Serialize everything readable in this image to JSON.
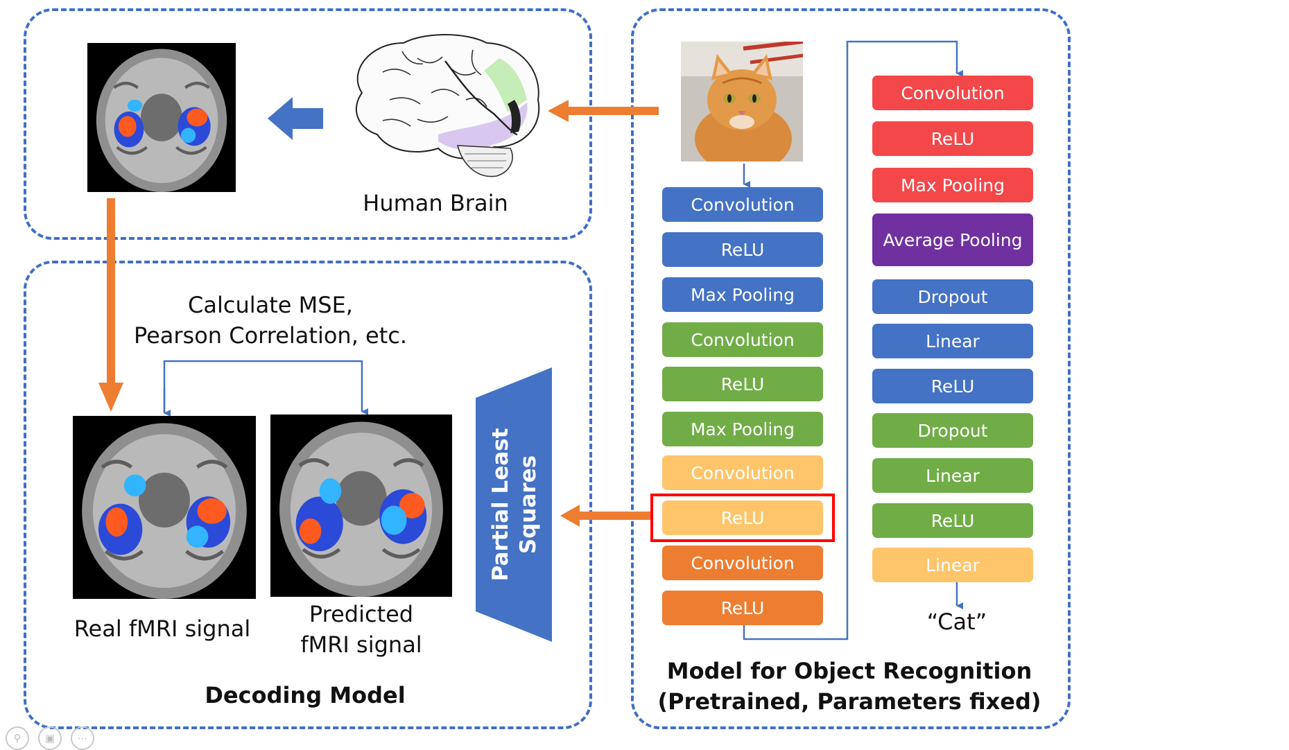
{
  "panels": {
    "brain_title": "Human Brain",
    "decoding_title": "Decoding Model",
    "metrics_text_line1": "Calculate MSE,",
    "metrics_text_line2": "Pearson Correlation, etc.",
    "real_label": "Real fMRI signal",
    "predicted_label_line1": "Predicted",
    "predicted_label_line2": "fMRI signal",
    "pls_label_line1": "Partial Least",
    "pls_label_line2": "Squares",
    "model_title_line1": "Model for Object Recognition",
    "model_title_line2": "(Pretrained, Parameters fixed)",
    "output_label": "“Cat”"
  },
  "layers_col1": [
    {
      "label": "Convolution",
      "color": "#4472c4"
    },
    {
      "label": "ReLU",
      "color": "#4472c4"
    },
    {
      "label": "Max Pooling",
      "color": "#4472c4"
    },
    {
      "label": "Convolution",
      "color": "#70ad47"
    },
    {
      "label": "ReLU",
      "color": "#70ad47"
    },
    {
      "label": "Max Pooling",
      "color": "#70ad47"
    },
    {
      "label": "Convolution",
      "color": "#ffc56a"
    },
    {
      "label": "ReLU",
      "color": "#ffc56a",
      "highlighted": true
    },
    {
      "label": "Convolution",
      "color": "#ed7d31"
    },
    {
      "label": "ReLU",
      "color": "#ed7d31"
    }
  ],
  "layers_col2": [
    {
      "label": "Convolution",
      "color": "#f4474a"
    },
    {
      "label": "ReLU",
      "color": "#f4474a"
    },
    {
      "label": "Max Pooling",
      "color": "#f4474a"
    },
    {
      "label": "Average Pooling",
      "color": "#7030a0"
    },
    {
      "label": "Dropout",
      "color": "#4472c4"
    },
    {
      "label": "Linear",
      "color": "#4472c4"
    },
    {
      "label": "ReLU",
      "color": "#4472c4"
    },
    {
      "label": "Dropout",
      "color": "#70ad47"
    },
    {
      "label": "Linear",
      "color": "#70ad47"
    },
    {
      "label": "ReLU",
      "color": "#70ad47"
    },
    {
      "label": "Linear",
      "color": "#ffc56a"
    }
  ],
  "colors": {
    "panel_border": "#3f6fc8",
    "flow_arrow": "#ed7d31",
    "connector": "#4472c4",
    "highlight_box": "#ff0000",
    "pls_shape": "#4472c4"
  },
  "icons": {
    "cat_image": "cat-photo",
    "brain_image": "brain-illustration",
    "scan_images": "fmri-scan"
  }
}
